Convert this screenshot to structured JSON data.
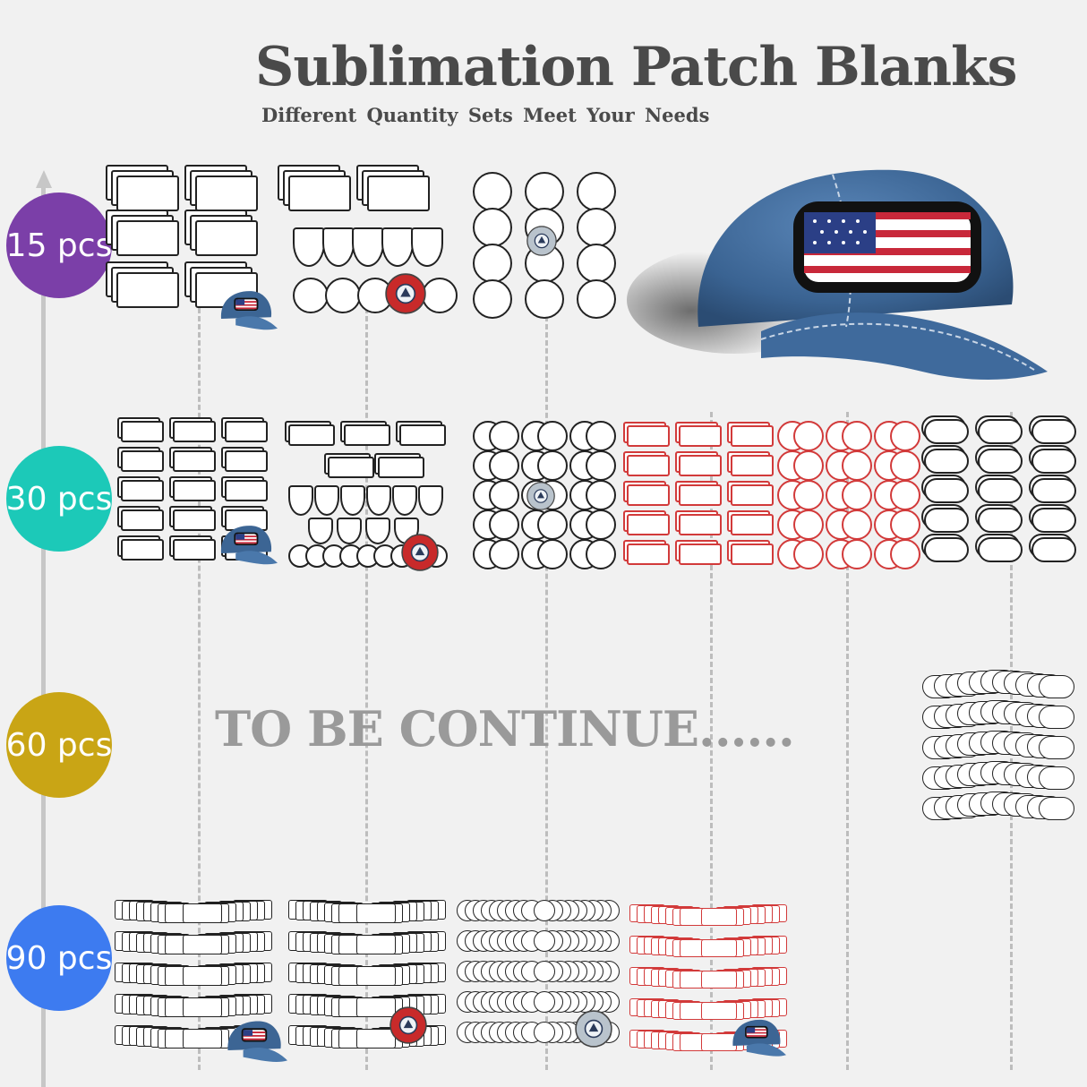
{
  "header": {
    "title": "Sublimation Patch Blanks",
    "subtitle": "Different Quantity Sets Meet Your Needs"
  },
  "tiers": [
    {
      "label": "15 pcs",
      "color": "#7b3fa8"
    },
    {
      "label": "30 pcs",
      "color": "#1cc9b8"
    },
    {
      "label": "60 pcs",
      "color": "#c9a515"
    },
    {
      "label": "90 pcs",
      "color": "#3d7bf0"
    }
  ],
  "continue_text": "TO BE CONTINUE......",
  "icons": {
    "cap": "denim-cap-with-flag-patch-icon",
    "round_red": "red-round-patch-icon",
    "round_silver": "silver-round-patch-icon"
  },
  "colors": {
    "patch_outline": "#222222",
    "patch_outline_red": "#d23a3a",
    "guide": "#bdbdbd",
    "text": "#4a4a4a"
  }
}
